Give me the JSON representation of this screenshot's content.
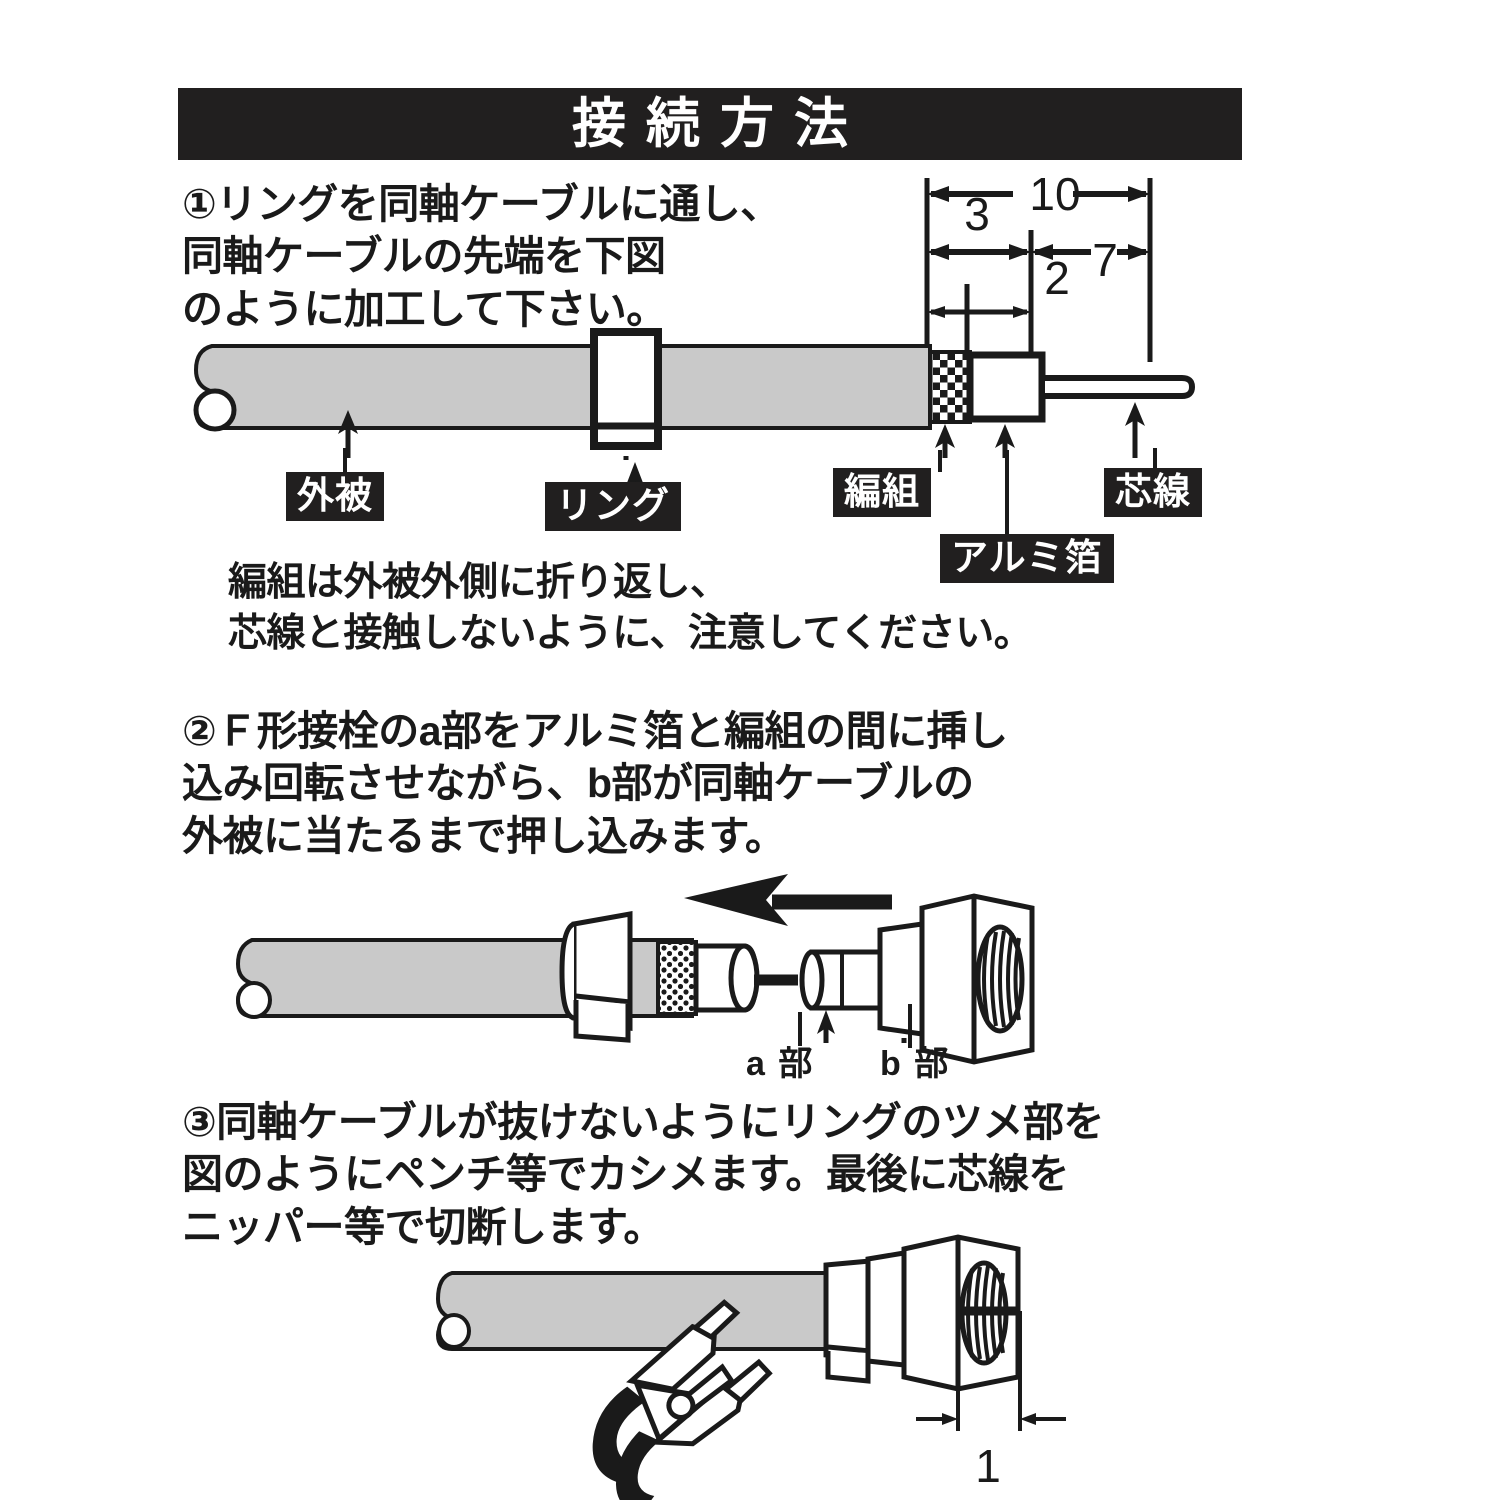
{
  "banner": {
    "title": "接続方法"
  },
  "steps": [
    {
      "id": "step-1",
      "marker": "①",
      "text": "①リングを同軸ケーブルに通し、\n同軸ケーブルの先端を下図\nのように加工して下さい。",
      "note": "編組は外被外側に折り返し、\n芯線と接触しないように、注意してください。"
    },
    {
      "id": "step-2",
      "marker": "②",
      "text": "②Ｆ形接栓のa部をアルミ箔と編組の間に挿し\n込み回転させながら、b部が同軸ケーブルの\n外被に当たるまで押し込みます。"
    },
    {
      "id": "step-3",
      "marker": "③",
      "text": "③同軸ケーブルが抜けないようにリングのツメ部を\n図のようにペンチ等でカシメます。最後に芯線を\nニッパー等で切断します。"
    }
  ],
  "figure1": {
    "labels": {
      "sheath": "外被",
      "ring": "リング",
      "braid": "編組",
      "foil": "アルミ箔",
      "core": "芯線"
    },
    "dimensions": {
      "total": "10",
      "front": "3",
      "rear": "7",
      "foil": "2"
    }
  },
  "figure2": {
    "labels": {
      "part_a": "a 部",
      "part_b": "b 部"
    }
  },
  "figure3": {
    "dimensions": {
      "gap": "1"
    }
  },
  "colors": {
    "ink": "#1a1a1a",
    "banner_bg": "#211f1f",
    "banner_fg": "#ffffff",
    "sheath_gray": "#c9c9c9",
    "paper": "#ffffff"
  }
}
